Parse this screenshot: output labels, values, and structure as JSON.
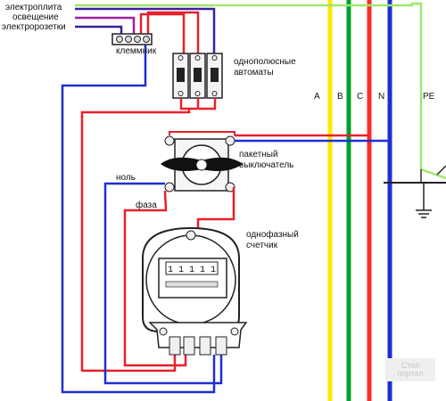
{
  "circuits": {
    "stove": "электроплита",
    "lighting": "освещение",
    "sockets": "электророзетки"
  },
  "labels": {
    "terminal_block": "клеммник",
    "breakers_line1": "однополюсные",
    "breakers_line2": "автоматы",
    "switch_line1": "пакетный",
    "switch_line2": "выключатель",
    "neutral": "ноль",
    "phase": "фаза",
    "meter_line1": "однофазный",
    "meter_line2": "счетчик"
  },
  "bus": {
    "a": "A",
    "b": "B",
    "c": "C",
    "n": "N",
    "pe": "PE"
  },
  "meter_reading": "1 1 1 1 1",
  "watermark": {
    "line1": "Стоп",
    "line2": "портал"
  },
  "colors": {
    "phase": "#e8202a",
    "neutral": "#1e2fd0",
    "bus_a": "#ffe800",
    "bus_b": "#00a030",
    "bus_c": "#ff2a2a",
    "bus_n": "#1e2fd0",
    "bus_pe": "#9fe86a",
    "stove_wire": "#3a20a0",
    "lighting_wire": "#a020a0"
  }
}
